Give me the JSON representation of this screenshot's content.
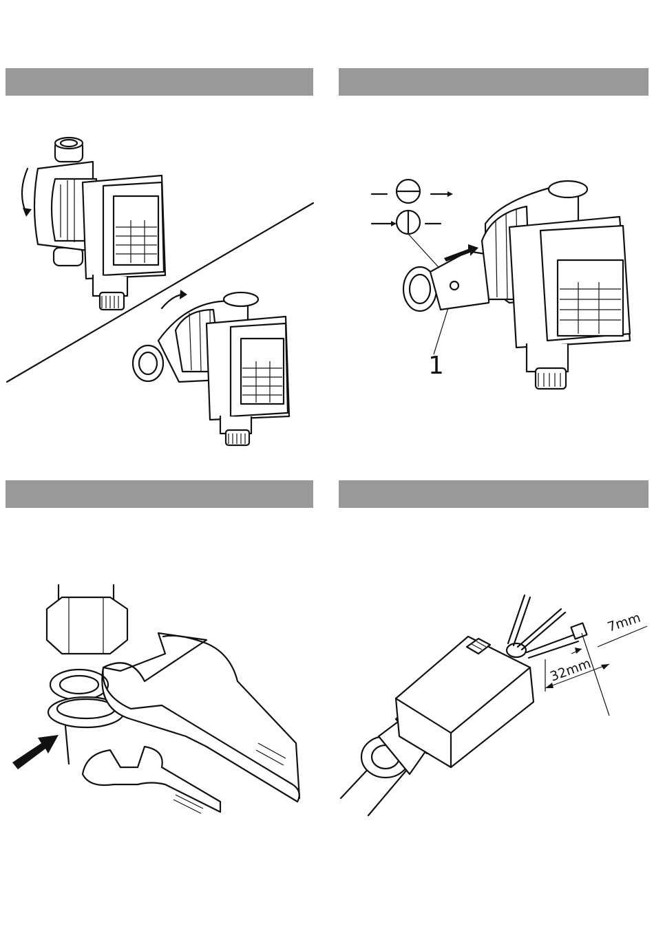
{
  "colors": {
    "header_bar": "#999999",
    "line": "#111111",
    "background": "#ffffff"
  },
  "fig_rotate": {},
  "fig_vent": {
    "callout": "1"
  },
  "fig_wrench": {},
  "fig_cable": {
    "dim_strip": "7mm",
    "dim_sheath": "32mm"
  }
}
